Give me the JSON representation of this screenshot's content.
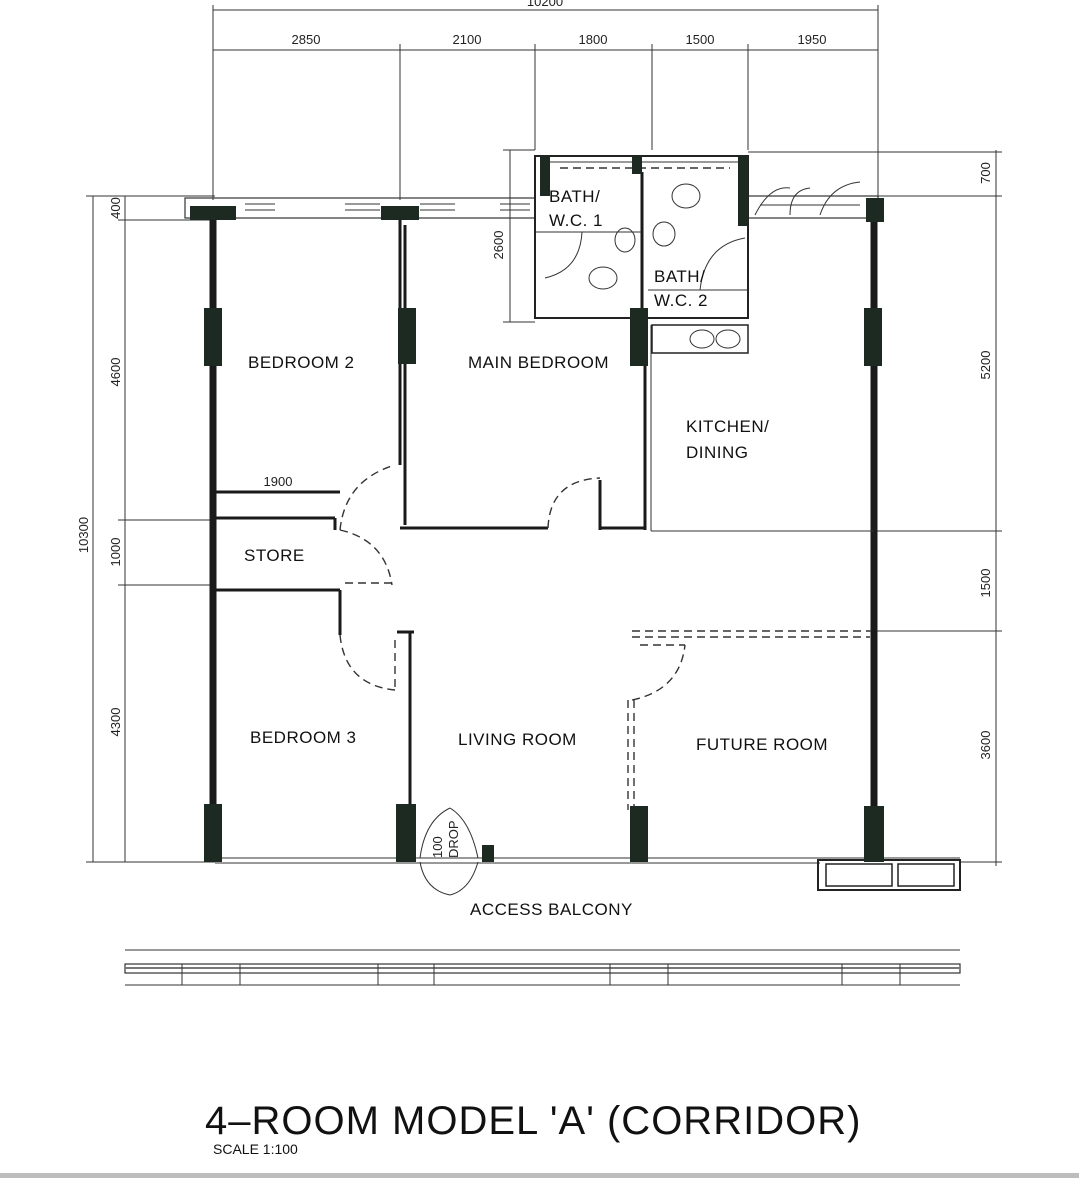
{
  "dimensions": {
    "top_overall": "10200",
    "top_segments": [
      "2850",
      "2100",
      "1800",
      "1500",
      "1950"
    ],
    "left_overall": "10300",
    "left_segments": [
      "400",
      "4600",
      "1000",
      "4300"
    ],
    "right_segments": [
      "700",
      "5200",
      "1500",
      "3600"
    ],
    "bath_height": "2600",
    "store_width": "1900"
  },
  "rooms": {
    "bath1_line1": "BATH/",
    "bath1_line2": "W.C.  1",
    "bath2_line1": "BATH/",
    "bath2_line2": "W.C.  2",
    "bedroom2": "BEDROOM  2",
    "main_bedroom": "MAIN  BEDROOM",
    "kitchen_line1": "KITCHEN/",
    "kitchen_line2": "DINING",
    "store": "STORE",
    "bedroom3": "BEDROOM  3",
    "living_room": "LIVING  ROOM",
    "future_room": "FUTURE  ROOM",
    "access_balcony": "ACCESS  BALCONY",
    "drop_line1": "100",
    "drop_line2": "DROP"
  },
  "caption": {
    "title": "4–ROOM  MODEL  'A'  (CORRIDOR)",
    "scale": "SCALE    1:100"
  }
}
